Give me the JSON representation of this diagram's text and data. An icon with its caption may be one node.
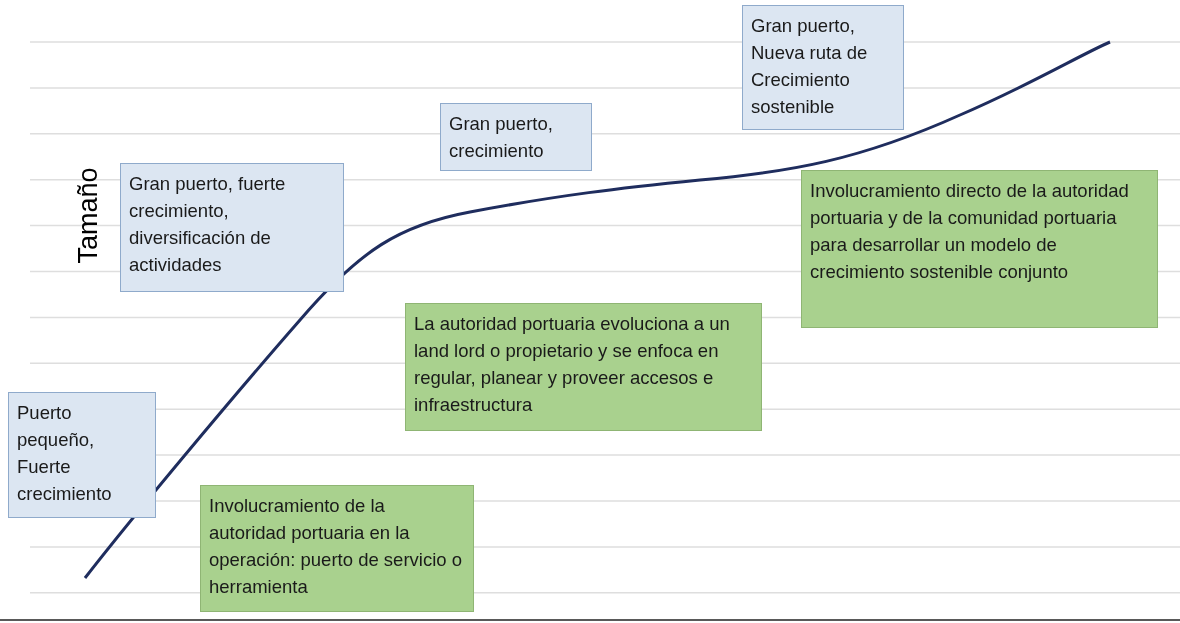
{
  "diagram": {
    "nodes": [
      {
        "text": [
          "Puerto pequeño, Fuerte crecimiento"
        ]
      },
      {
        "text": [
          "Involucramiento de la autoridad portuaria en la operación: puerto de servicio o herramienta"
        ]
      },
      {
        "text": [
          "Gran puerto, fuerte crecimiento, diversificación de actividades"
        ]
      },
      {
        "text": [
          "La autoridad portuaria evoluciona a un land lord o propietario y se enfoca en regular, planear y proveer accesos e infraestructura"
        ]
      },
      {
        "text": [
          "Gran puerto, crecimiento"
        ]
      },
      {
        "text": [
          "Involucramiento directo de la autoridad portuaria y de la comunidad portuaria para desarrollar un modelo de crecimiento sostenible conjunto"
        ]
      },
      {
        "text": [
          "Gran puerto, Nueva ruta de Crecimiento sostenible"
        ]
      }
    ],
    "edges": [],
    "labels": [
      "Tamaño"
    ]
  }
}
